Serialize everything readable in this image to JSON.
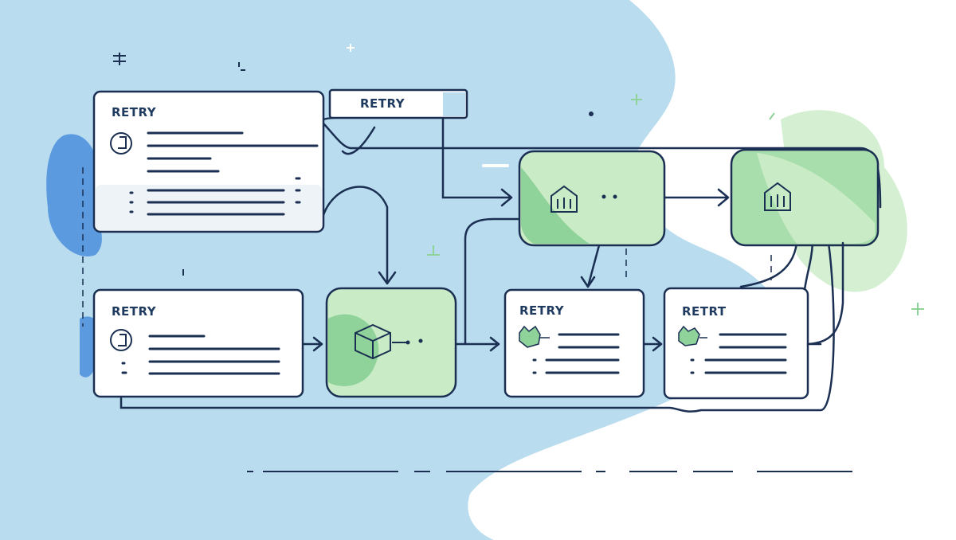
{
  "diagram": {
    "card_top_left": {
      "title": "RETRY"
    },
    "header_tab": {
      "title": "RETRY"
    },
    "card_bottom_left": {
      "title": "RETRY"
    },
    "card_bottom_mid": {
      "title": "RETRY"
    },
    "card_bottom_right": {
      "title": "RETRT"
    }
  },
  "colors": {
    "background_blue": "#b9dcee",
    "card_fill": "#ffffff",
    "card_stroke": "#1a2f52",
    "green_light": "#c9ebc6",
    "green_mid": "#8fd29a",
    "accent_blue": "#5c9ae0"
  },
  "icons": [
    "gear-icon",
    "cube-icon",
    "building-icon",
    "cat-face-icon"
  ]
}
